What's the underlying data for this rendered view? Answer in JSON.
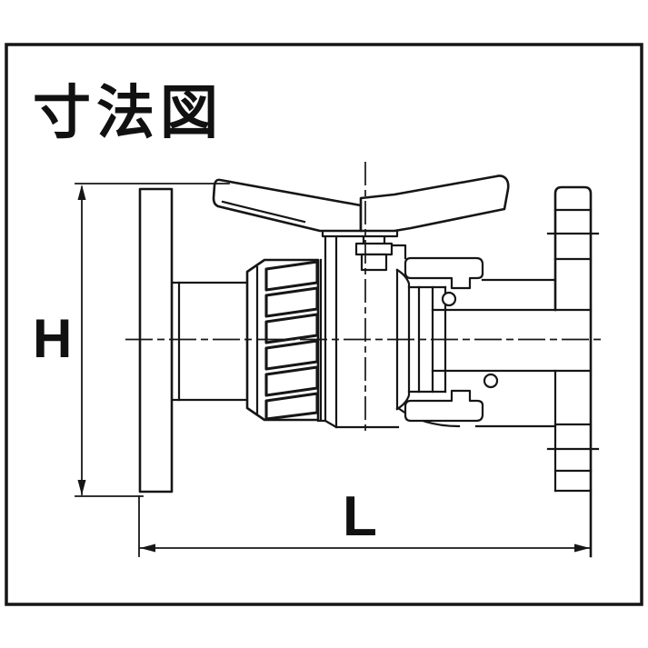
{
  "title": {
    "text": "寸法図"
  },
  "dimension_labels": {
    "height": "H",
    "length": "L"
  },
  "style": {
    "background": "#ffffff",
    "line_color": "#161616"
  }
}
